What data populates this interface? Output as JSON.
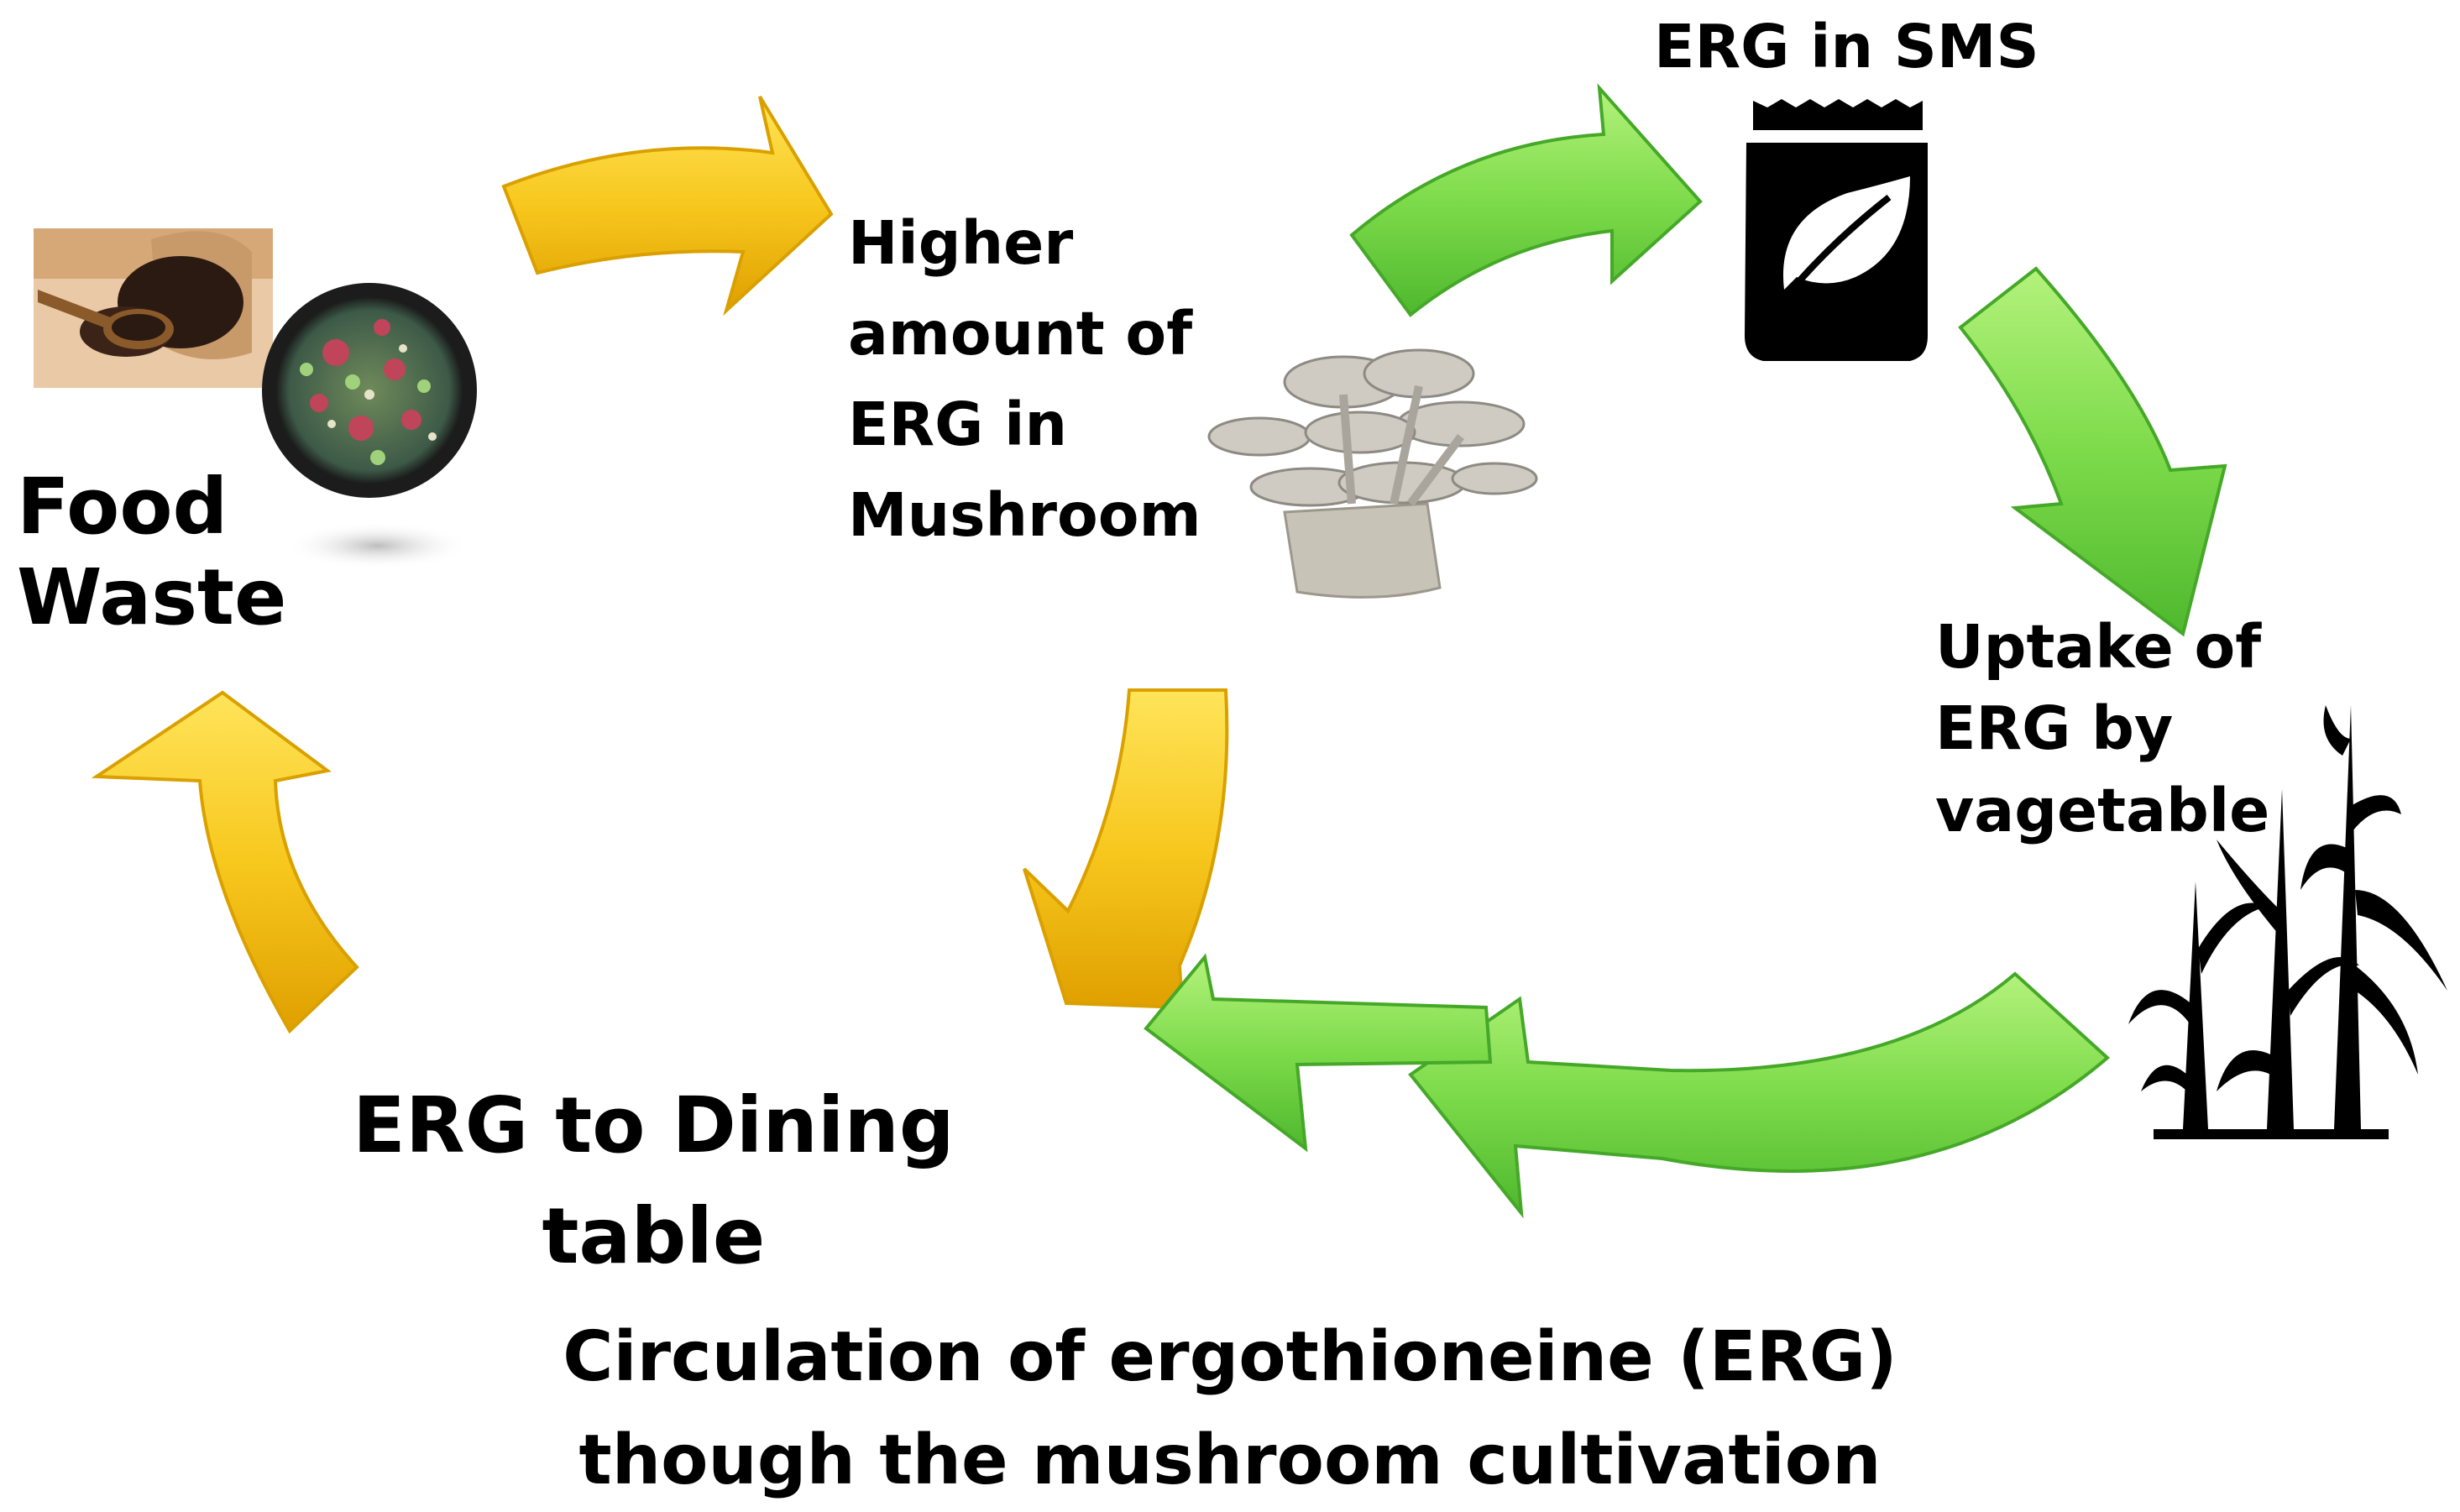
{
  "labels": {
    "food_waste": [
      "Food",
      "Waste"
    ],
    "higher_amount": [
      "Higher",
      "amount of",
      "ERG in",
      "Mushroom"
    ],
    "erg_sms": "ERG in SMS",
    "uptake": [
      "Uptake of",
      "ERG by",
      "vagetable"
    ],
    "dining": [
      "ERG to Dining",
      "table"
    ],
    "caption": [
      "Circulation of ergothioneine (ERG)",
      "though the mushroom cultivation"
    ]
  },
  "colors": {
    "yellow_arrow": "#F7C81E",
    "yellow_arrow_dark": "#E0A800",
    "green_arrow": "#7DDB4A",
    "green_arrow_dark": "#4FB82E",
    "text": "#000000"
  },
  "icons": [
    "coffee-grounds-photo",
    "vegetable-bowl-photo",
    "mushroom-photo",
    "fertilizer-bag-icon",
    "leaf-icon",
    "corn-plant-icon"
  ]
}
